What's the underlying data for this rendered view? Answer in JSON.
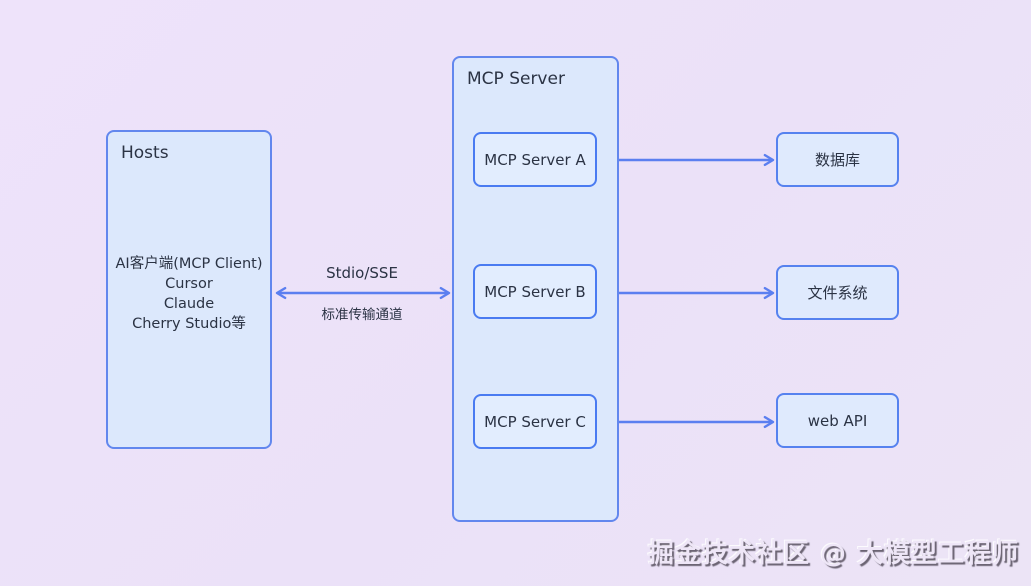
{
  "diagram": {
    "hosts": {
      "title": "Hosts",
      "clients": [
        "AI客户端(MCP Client)",
        "Cursor",
        "Claude",
        "Cherry Studio等"
      ]
    },
    "mcp_server_group": {
      "title": "MCP Server",
      "servers": [
        {
          "label": "MCP Server A"
        },
        {
          "label": "MCP Server B"
        },
        {
          "label": "MCP Server C"
        }
      ]
    },
    "resources": [
      {
        "label": "数据库"
      },
      {
        "label": "文件系统"
      },
      {
        "label": "web API"
      }
    ],
    "transport": {
      "protocol": "Stdio/SSE",
      "channel": "标准传输通道"
    },
    "watermark": "掘金技术社区 @ 大模型工程师",
    "colors": {
      "background": "#ece2f8",
      "box_fill": "#dce8fc",
      "box_border": "#6287ee",
      "inner_box_border": "#4a7bf1",
      "arrow": "#5b7ff0",
      "text": "#2b3344"
    }
  }
}
